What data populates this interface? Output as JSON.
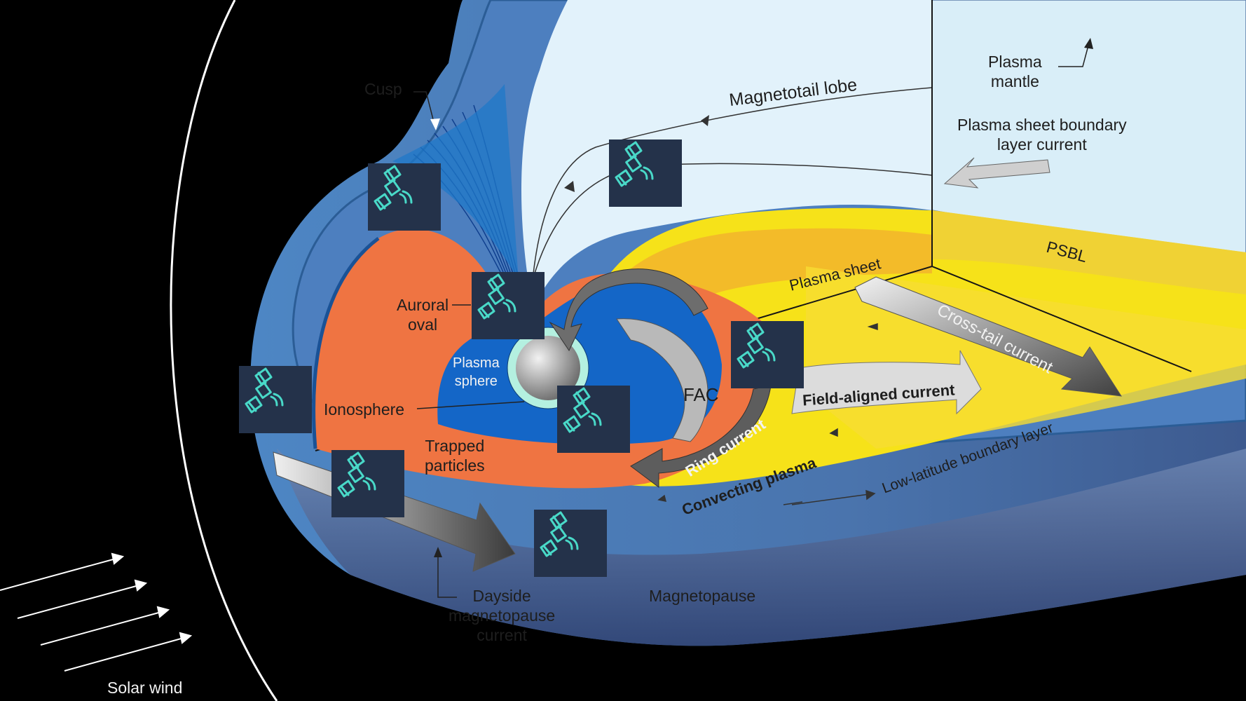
{
  "diagram": {
    "labels": {
      "cusp": "Cusp",
      "magnetotail_lobe": "Magnetotail lobe",
      "plasma_mantle": "Plasma\nmantle",
      "plasma_sheet_boundary_layer_current": "Plasma sheet boundary\nlayer current",
      "psbl": "PSBL",
      "plasma_sheet": "Plasma sheet",
      "cross_tail_current": "Cross-tail current",
      "auroral_oval": "Auroral\noval",
      "plasma_sphere": "Plasma\nsphere",
      "ionosphere": "Ionosphere",
      "fac": "FAC",
      "field_aligned_current": "Field-aligned current",
      "ring_current": "Ring current",
      "trapped_particles": "Trapped\nparticles",
      "convecting_plasma": "Convecting plasma",
      "low_latitude_boundary_layer": "Low-latitude boundary layer",
      "dayside_magnetopause_current": "Dayside\nmagnetopause\ncurrent",
      "magnetopause": "Magnetopause",
      "solar_wind": "Solar wind"
    },
    "satellite_icon": "satellite-icon",
    "colors": {
      "background": "#000000",
      "magnetosheath": "#4a85c4",
      "lobe": "#e3f2fb",
      "plasma_sheet": "#f5e321",
      "trapped_particles": "#ee7641",
      "plasmasphere": "#1565c8",
      "icon_tile": "#24324a",
      "icon_stroke": "#49d9c8"
    }
  }
}
